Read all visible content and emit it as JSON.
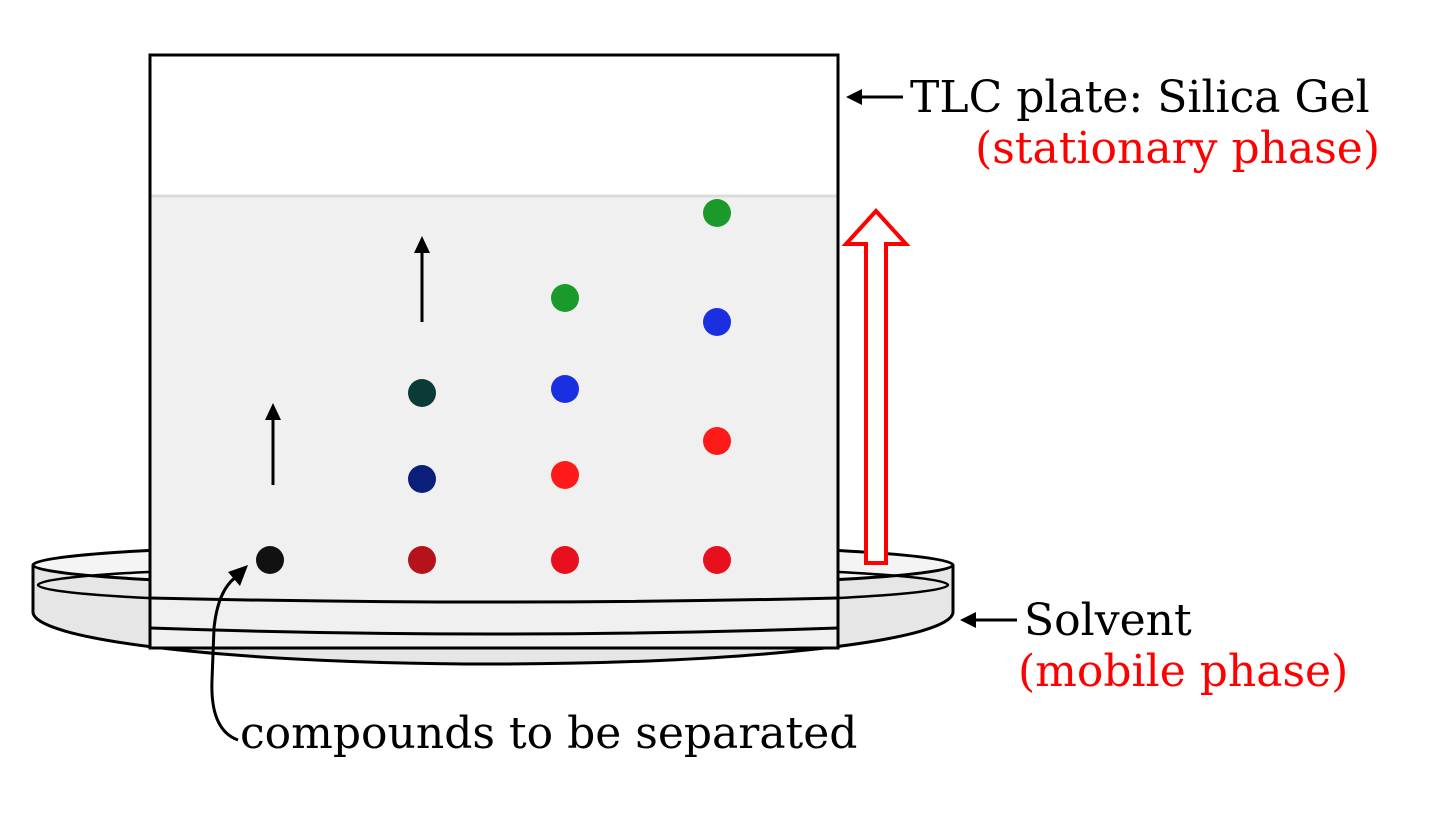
{
  "labels": {
    "plate_line1": "TLC plate: Silica Gel",
    "plate_line2": "(stationary phase)",
    "solvent_line1": "Solvent",
    "solvent_line2": "(mobile phase)",
    "compounds": "compounds to be separated"
  },
  "colors": {
    "label_black": "#000000",
    "label_red": "#ff0000",
    "solvent_fill": "#f0f0f0",
    "dish_fill": "#e6e6e6",
    "arrow_red": "#ff0000"
  },
  "spots": [
    {
      "lane": 1,
      "stage": "start",
      "color": "#111111",
      "name": "spot-black-start"
    },
    {
      "lane": 2,
      "stage": "bottom",
      "color": "#b5121b",
      "name": "spot-dark-red"
    },
    {
      "lane": 2,
      "stage": "middle",
      "color": "#0a1f7a",
      "name": "spot-dark-blue"
    },
    {
      "lane": 2,
      "stage": "top",
      "color": "#0b3b36",
      "name": "spot-dark-teal"
    },
    {
      "lane": 3,
      "stage": "bottom",
      "color": "#e8101e",
      "name": "spot-red-base"
    },
    {
      "lane": 3,
      "stage": "red",
      "color": "#ff1a1a",
      "name": "spot-red"
    },
    {
      "lane": 3,
      "stage": "blue",
      "color": "#1a2fe0",
      "name": "spot-blue"
    },
    {
      "lane": 3,
      "stage": "green",
      "color": "#1a9a2a",
      "name": "spot-green"
    },
    {
      "lane": 4,
      "stage": "bottom",
      "color": "#e8101e",
      "name": "spot-red-base"
    },
    {
      "lane": 4,
      "stage": "red",
      "color": "#ff1a1a",
      "name": "spot-red"
    },
    {
      "lane": 4,
      "stage": "blue",
      "color": "#1a2fe0",
      "name": "spot-blue"
    },
    {
      "lane": 4,
      "stage": "green",
      "color": "#1a9a2a",
      "name": "spot-green"
    }
  ]
}
